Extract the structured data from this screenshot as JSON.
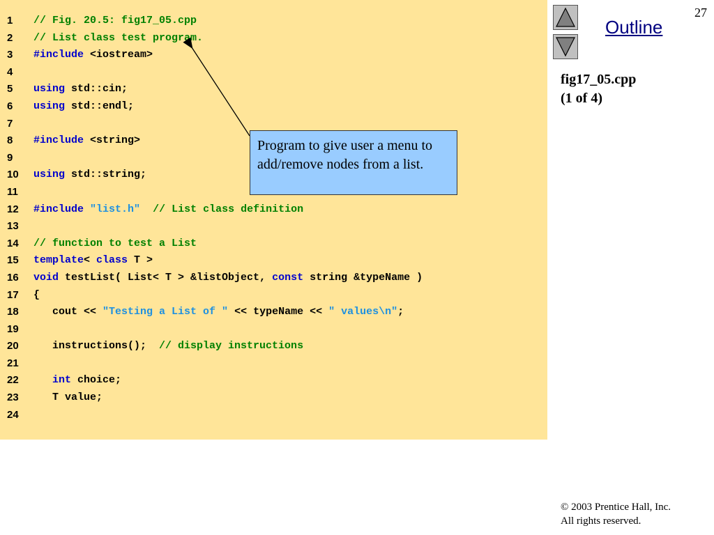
{
  "page_number": "27",
  "outline_title": "Outline",
  "slide_label": {
    "line1": "fig17_05.cpp",
    "line2": "(1 of 4)"
  },
  "callout_text": "Program to give user a menu to add/remove nodes from a list.",
  "footer": {
    "line1": "© 2003 Prentice Hall, Inc.",
    "line2": "All rights reserved."
  },
  "icons": {
    "nav_up": "triangle-up-icon",
    "nav_down": "triangle-down-icon"
  },
  "colors": {
    "panel_bg": "#ffe599",
    "comment": "#008000",
    "keyword": "#0000cc",
    "string": "#1e90e0",
    "callout_bg": "#99ccff",
    "outline_link": "#000080"
  },
  "code_lines": [
    {
      "no": "1",
      "tokens": [
        {
          "t": "comment",
          "v": "// Fig. 20.5: fig17_05.cpp"
        }
      ]
    },
    {
      "no": "2",
      "tokens": [
        {
          "t": "comment",
          "v": "// List class test program."
        }
      ]
    },
    {
      "no": "3",
      "tokens": [
        {
          "t": "keyword",
          "v": "#include"
        },
        {
          "t": "plain",
          "v": " <iostream>"
        }
      ]
    },
    {
      "no": "4",
      "tokens": []
    },
    {
      "no": "5",
      "tokens": [
        {
          "t": "keyword",
          "v": "using"
        },
        {
          "t": "plain",
          "v": " std::cin;"
        }
      ]
    },
    {
      "no": "6",
      "tokens": [
        {
          "t": "keyword",
          "v": "using"
        },
        {
          "t": "plain",
          "v": " std::endl;"
        }
      ]
    },
    {
      "no": "7",
      "tokens": []
    },
    {
      "no": "8",
      "tokens": [
        {
          "t": "keyword",
          "v": "#include"
        },
        {
          "t": "plain",
          "v": " <string>"
        }
      ]
    },
    {
      "no": "9",
      "tokens": []
    },
    {
      "no": "10",
      "tokens": [
        {
          "t": "keyword",
          "v": "using"
        },
        {
          "t": "plain",
          "v": " std::string;"
        }
      ]
    },
    {
      "no": "11",
      "tokens": []
    },
    {
      "no": "12",
      "tokens": [
        {
          "t": "keyword",
          "v": "#include"
        },
        {
          "t": "plain",
          "v": " "
        },
        {
          "t": "string",
          "v": "\"list.h\""
        },
        {
          "t": "plain",
          "v": "  "
        },
        {
          "t": "comment",
          "v": "// List class definition"
        }
      ]
    },
    {
      "no": "13",
      "tokens": []
    },
    {
      "no": "14",
      "tokens": [
        {
          "t": "comment",
          "v": "// function to test a List"
        }
      ]
    },
    {
      "no": "15",
      "tokens": [
        {
          "t": "keyword",
          "v": "template"
        },
        {
          "t": "plain",
          "v": "< "
        },
        {
          "t": "keyword",
          "v": "class"
        },
        {
          "t": "plain",
          "v": " T >"
        }
      ]
    },
    {
      "no": "16",
      "tokens": [
        {
          "t": "keyword",
          "v": "void"
        },
        {
          "t": "plain",
          "v": " testList( List< T > &listObject, "
        },
        {
          "t": "keyword",
          "v": "const"
        },
        {
          "t": "plain",
          "v": " string &typeName )"
        }
      ]
    },
    {
      "no": "17",
      "tokens": [
        {
          "t": "plain",
          "v": "{"
        }
      ]
    },
    {
      "no": "18",
      "tokens": [
        {
          "t": "plain",
          "v": "   cout << "
        },
        {
          "t": "string",
          "v": "\"Testing a List of \""
        },
        {
          "t": "plain",
          "v": " << typeName << "
        },
        {
          "t": "string",
          "v": "\" values\\n\""
        },
        {
          "t": "plain",
          "v": ";"
        }
      ]
    },
    {
      "no": "19",
      "tokens": []
    },
    {
      "no": "20",
      "tokens": [
        {
          "t": "plain",
          "v": "   instructions();  "
        },
        {
          "t": "comment",
          "v": "// display instructions"
        }
      ]
    },
    {
      "no": "21",
      "tokens": []
    },
    {
      "no": "22",
      "tokens": [
        {
          "t": "plain",
          "v": "   "
        },
        {
          "t": "keyword",
          "v": "int"
        },
        {
          "t": "plain",
          "v": " choice;"
        }
      ]
    },
    {
      "no": "23",
      "tokens": [
        {
          "t": "plain",
          "v": "   T value;"
        }
      ]
    },
    {
      "no": "24",
      "tokens": []
    }
  ]
}
